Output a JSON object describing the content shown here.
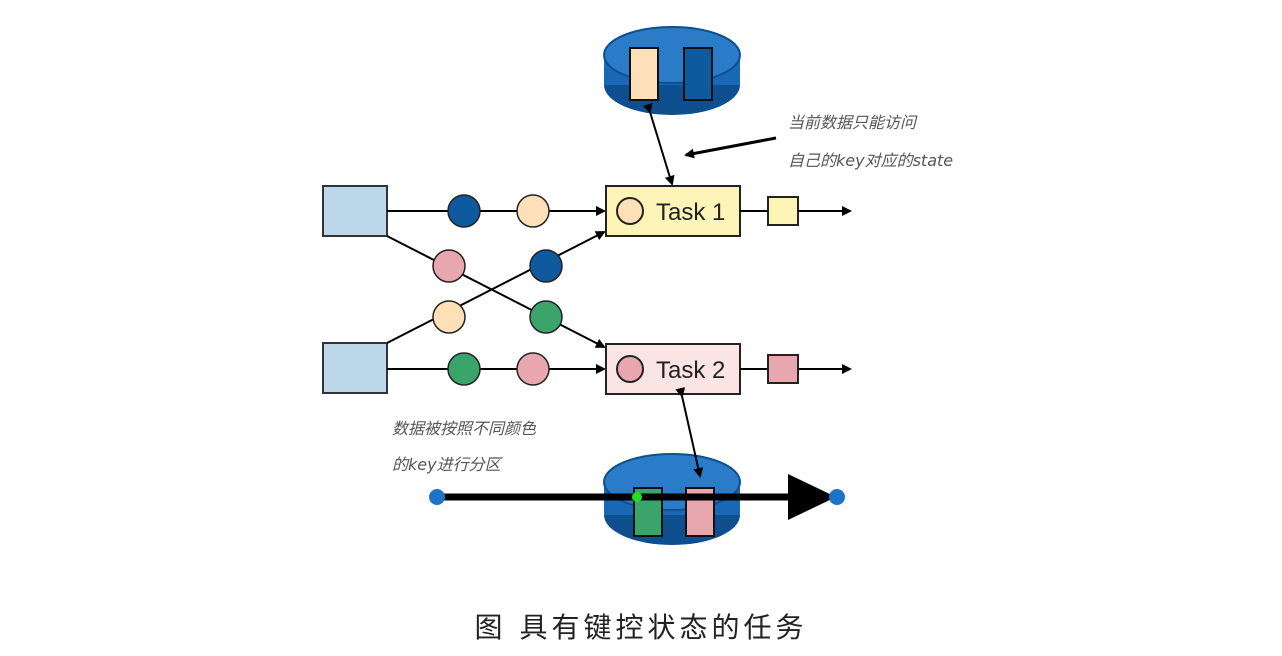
{
  "colors": {
    "key_dark_blue": "#0f5a9e",
    "key_peach": "#fde0b8",
    "key_pink": "#e8a6ae",
    "key_green": "#3aa46a",
    "source_blue": "#bcd8ea",
    "task1_fill": "#fdf4b8",
    "task2_fill": "#fbe4e4",
    "store_blue": "#1a68b5",
    "overlay_handle": "#1e73c8",
    "overlay_mid_handle": "#22dd22"
  },
  "tasks": [
    {
      "label": "Task 1"
    },
    {
      "label": "Task 2"
    }
  ],
  "annotations": {
    "state_note_line1": "当前数据只能访问",
    "state_note_line2": "自己的key对应的state",
    "partition_note_line1": "数据被按照不同颜色",
    "partition_note_line2": "的key进行分区"
  },
  "caption": "图 具有键控状态的任务"
}
